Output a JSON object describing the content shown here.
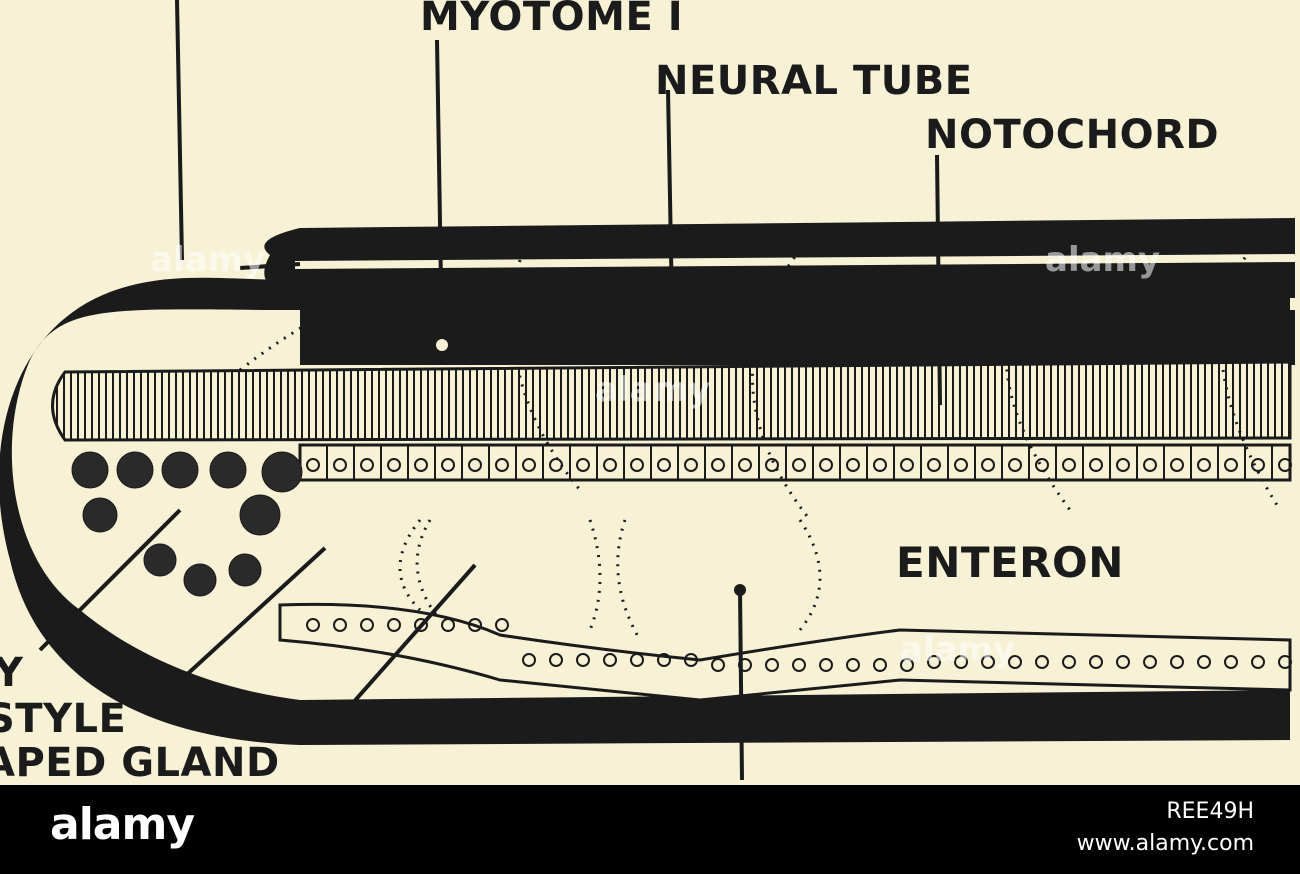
{
  "labels": {
    "myotome": "MYOTOME I",
    "neural_tube": "NEURAL TUBE",
    "notochord": "NOTOCHORD",
    "enteron": "ENTERON",
    "partial_y": "Y",
    "partial_style": "STYLE",
    "partial_gland": "APED GLAND"
  },
  "watermark": "alamy",
  "footer": {
    "logo": "alamy",
    "image_id": "REE49H",
    "site": "www.alamy.com"
  }
}
